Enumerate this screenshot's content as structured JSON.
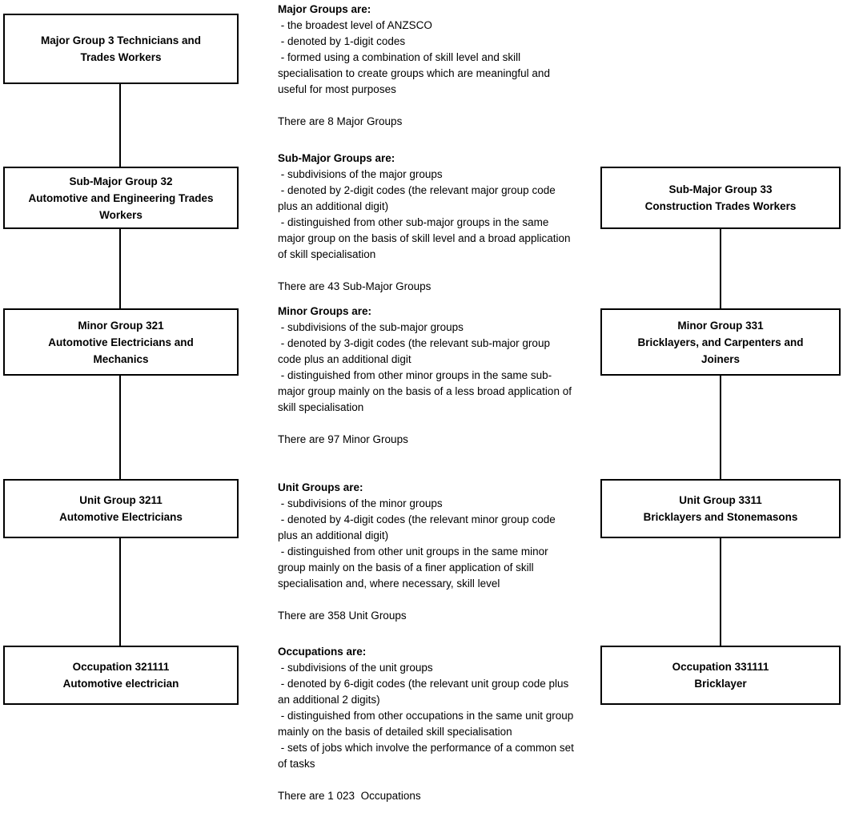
{
  "left_column": {
    "boxes": [
      {
        "lines": [
          "Major Group 3 Technicians and",
          "Trades Workers"
        ]
      },
      {
        "lines": [
          "Sub-Major Group 32",
          "Automotive and Engineering Trades",
          "Workers"
        ]
      },
      {
        "lines": [
          "Minor Group 321",
          "Automotive Electricians and",
          "Mechanics"
        ]
      },
      {
        "lines": [
          "Unit Group 3211",
          "Automotive Electricians"
        ]
      },
      {
        "lines": [
          "Occupation 321111",
          "Automotive electrician"
        ]
      }
    ]
  },
  "right_column": {
    "boxes": [
      {
        "lines": [
          "Sub-Major Group 33",
          "Construction Trades Workers"
        ]
      },
      {
        "lines": [
          "Minor Group 331",
          "Bricklayers, and Carpenters and",
          "Joiners"
        ]
      },
      {
        "lines": [
          "Unit Group 3311",
          "Bricklayers and Stonemasons"
        ]
      },
      {
        "lines": [
          "Occupation 331111",
          "Bricklayer"
        ]
      }
    ]
  },
  "middle": {
    "sections": [
      {
        "heading": "Major Groups are:",
        "bullets": [
          " - the broadest level of ANZSCO",
          " - denoted by 1-digit codes",
          " - formed using a combination of skill level and skill specialisation to create groups which are meaningful and useful for most purposes"
        ],
        "footer": "There are 8 Major Groups"
      },
      {
        "heading": "Sub-Major Groups are:",
        "bullets": [
          " - subdivisions of the major groups",
          " - denoted by 2-digit codes (the relevant major group code plus an additional digit)",
          " - distinguished from other sub-major groups in the same major group on the basis of skill level and a broad application of skill specialisation"
        ],
        "footer": "There are 43 Sub-Major Groups"
      },
      {
        "heading": "Minor Groups are:",
        "bullets": [
          " - subdivisions of the sub-major groups",
          " - denoted by 3-digit codes (the relevant sub-major group code plus an additional digit",
          " - distinguished from other minor groups in the same sub-major group mainly on the basis of a less broad application of skill specialisation"
        ],
        "footer": "There are 97 Minor Groups"
      },
      {
        "heading": "Unit Groups are:",
        "bullets": [
          " - subdivisions of the minor groups",
          " - denoted by 4-digit codes (the relevant minor group code plus an additional digit)",
          " - distinguished from other unit groups in the same minor group mainly on the basis of a finer application of skill specialisation and, where necessary, skill level"
        ],
        "footer": "There are 358 Unit Groups"
      },
      {
        "heading": "Occupations are:",
        "bullets": [
          " - subdivisions of the unit groups",
          " - denoted by 6-digit codes (the relevant unit group code plus an additional 2 digits)",
          " - distinguished from other occupations in the same unit group mainly on the basis of detailed skill specialisation",
          " - sets of jobs which involve the performance of a common set of tasks"
        ],
        "footer": "There are 1 023  Occupations"
      }
    ]
  },
  "colors": {
    "line": "#000000",
    "text": "#000000",
    "background": "#ffffff"
  }
}
